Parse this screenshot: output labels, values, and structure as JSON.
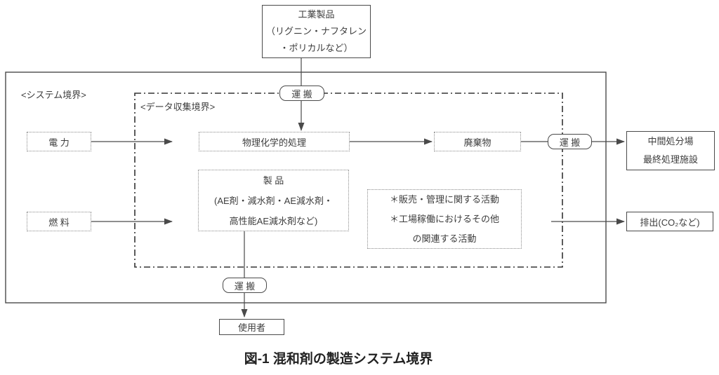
{
  "figure": {
    "caption": "図-1 混和剤の製造システム境界",
    "boundaries": {
      "system": "<システム境界>",
      "data_collection": "<データ収集境界>"
    },
    "nodes": {
      "industrial_products": {
        "line1": "工業製品",
        "line2": "（リグニン・ナフタレン",
        "line3": "・ポリカルなど）"
      },
      "transport_top": "運 搬",
      "transport_right": "運 搬",
      "transport_bottom": "運 搬",
      "electric_power": "電 力",
      "fuel": "燃 料",
      "physicochemical_treatment": "物理化学的処理",
      "waste": "廃棄物",
      "intermediate_disposal": {
        "line1": "中間処分場",
        "line2": "最終処理施設"
      },
      "products": {
        "line1": "製 品",
        "line2": "(AE剤・減水剤・AE減水剤・",
        "line3": "高性能AE減水剤など)"
      },
      "other_activities": {
        "line1": "＊販売・管理に関する活動",
        "line2": "＊工場稼働におけるその他",
        "line3": "の関連する活動"
      },
      "emissions": "排出(CO₂など)",
      "user": "使用者"
    },
    "colors": {
      "line": "#4a4a4a",
      "dotted_border": "#8a8a8a",
      "text": "#3d3d3d",
      "background": "#ffffff"
    }
  }
}
